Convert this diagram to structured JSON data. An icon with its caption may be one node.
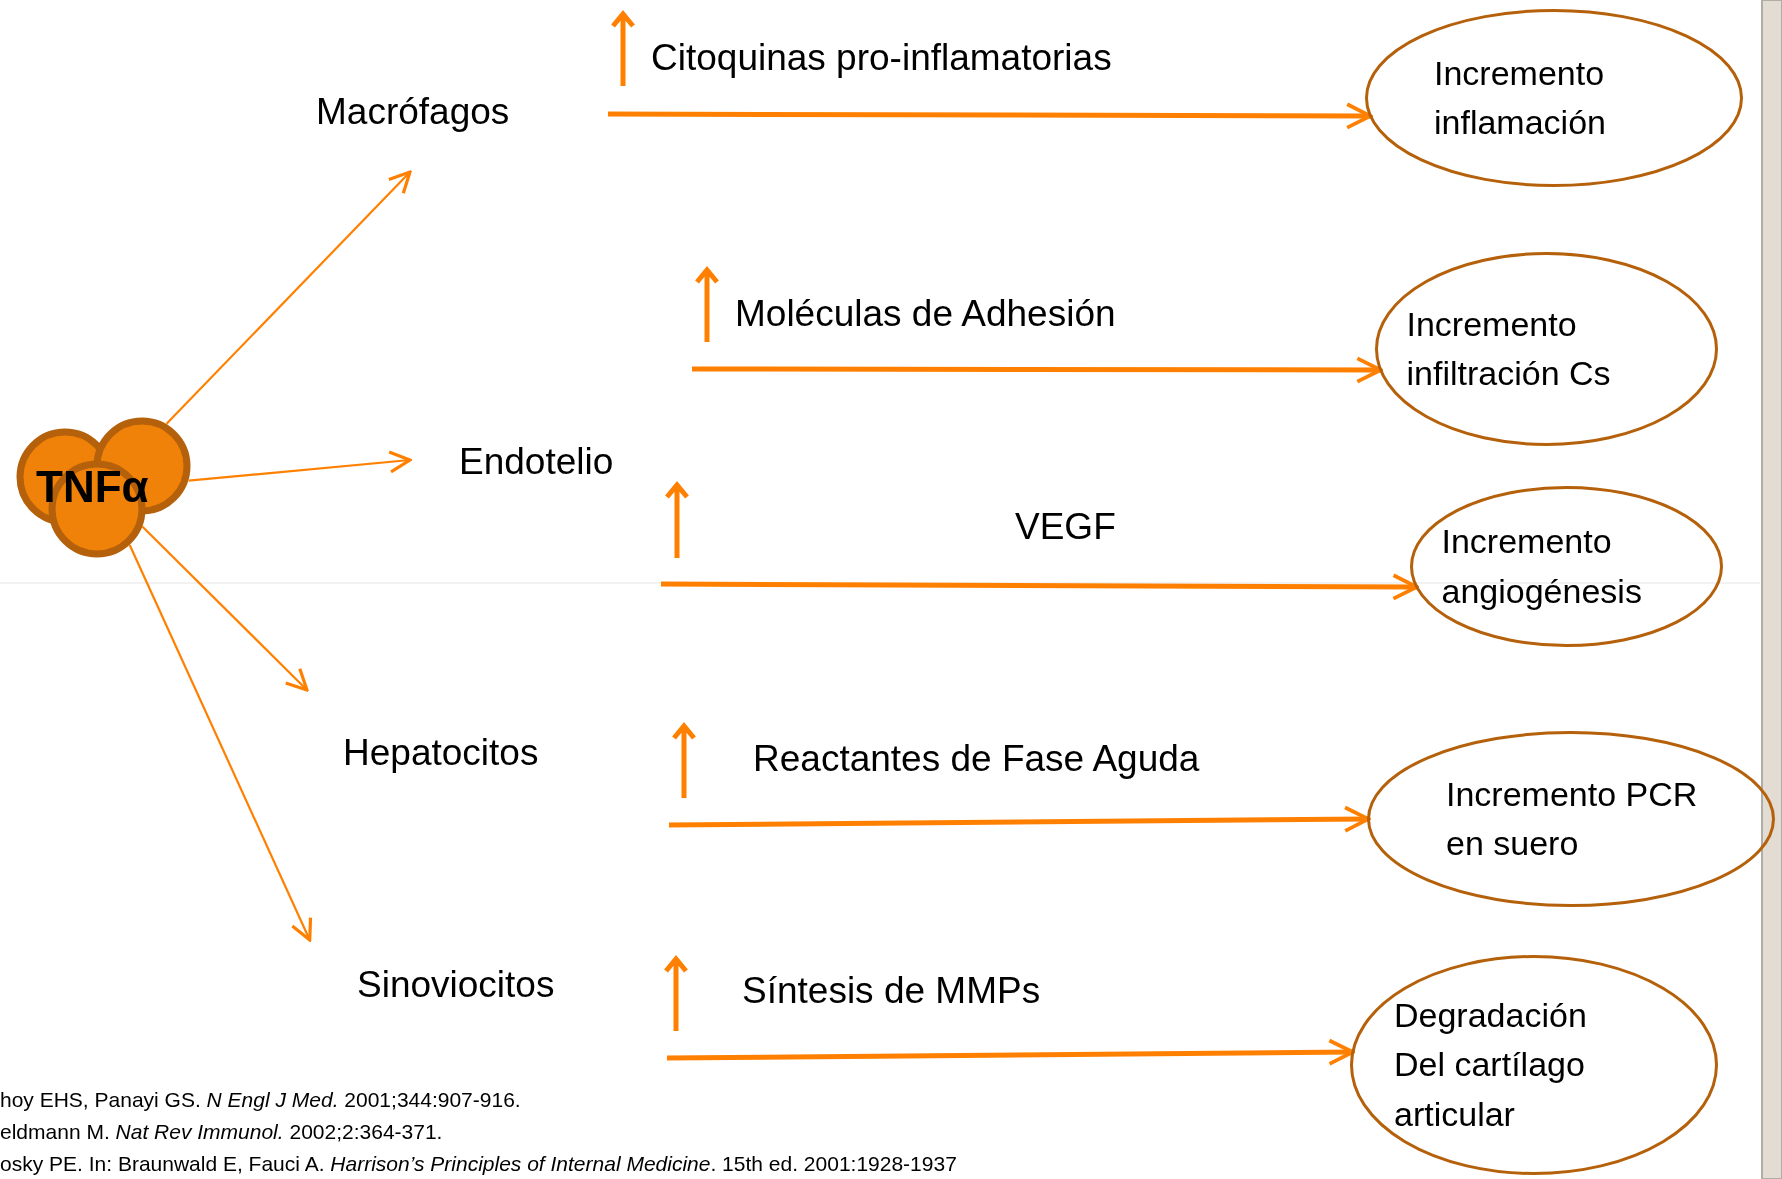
{
  "diagram": {
    "nodes": [
      {
        "text": [
          "TNFα"
        ]
      },
      {
        "text": [
          "Macrófagos"
        ]
      },
      {
        "text": [
          "Endotelio"
        ]
      },
      {
        "text": [
          "Hepatocitos"
        ]
      },
      {
        "text": [
          "Sinoviocitos"
        ]
      },
      {
        "text": [
          "Incremento inflamación"
        ]
      },
      {
        "text": [
          "Incremento infiltración Cs"
        ]
      },
      {
        "text": [
          "Incremento angiogénesis"
        ]
      },
      {
        "text": [
          "Incremento PCR en suero"
        ]
      },
      {
        "text": [
          "Degradación Del cartílago articular"
        ]
      }
    ],
    "edges": [
      {
        "from": 0,
        "to": 1,
        "arrow": "to"
      },
      {
        "from": 0,
        "to": 2,
        "arrow": "to"
      },
      {
        "from": 0,
        "to": 3,
        "arrow": "to"
      },
      {
        "from": 0,
        "to": 4,
        "arrow": "to"
      },
      {
        "from": null,
        "to": 5,
        "arrow": "to",
        "label": "Citoquinas pro-inflamatorias"
      },
      {
        "from": null,
        "to": 6,
        "arrow": "to",
        "label": "Moléculas de Adhesión"
      },
      {
        "from": null,
        "to": 7,
        "arrow": "to",
        "label": "VEGF"
      },
      {
        "from": null,
        "to": 8,
        "arrow": "to",
        "label": "Reactantes de Fase Aguda"
      },
      {
        "from": null,
        "to": 9,
        "arrow": "to",
        "label": "Síntesis de MMPs"
      }
    ],
    "labels": [
      "hoy EHS, Panayi GS. *N Engl J Med.* 2001;344:907-916.",
      "eldmann M. *Nat Rev Immunol.* 2002;2:364-371.",
      "osky PE. In: Braunwald E, Fauci A. *Harrison’s Principles of Internal Medicine*. 15th ed. 2001:1928-1937"
    ]
  }
}
